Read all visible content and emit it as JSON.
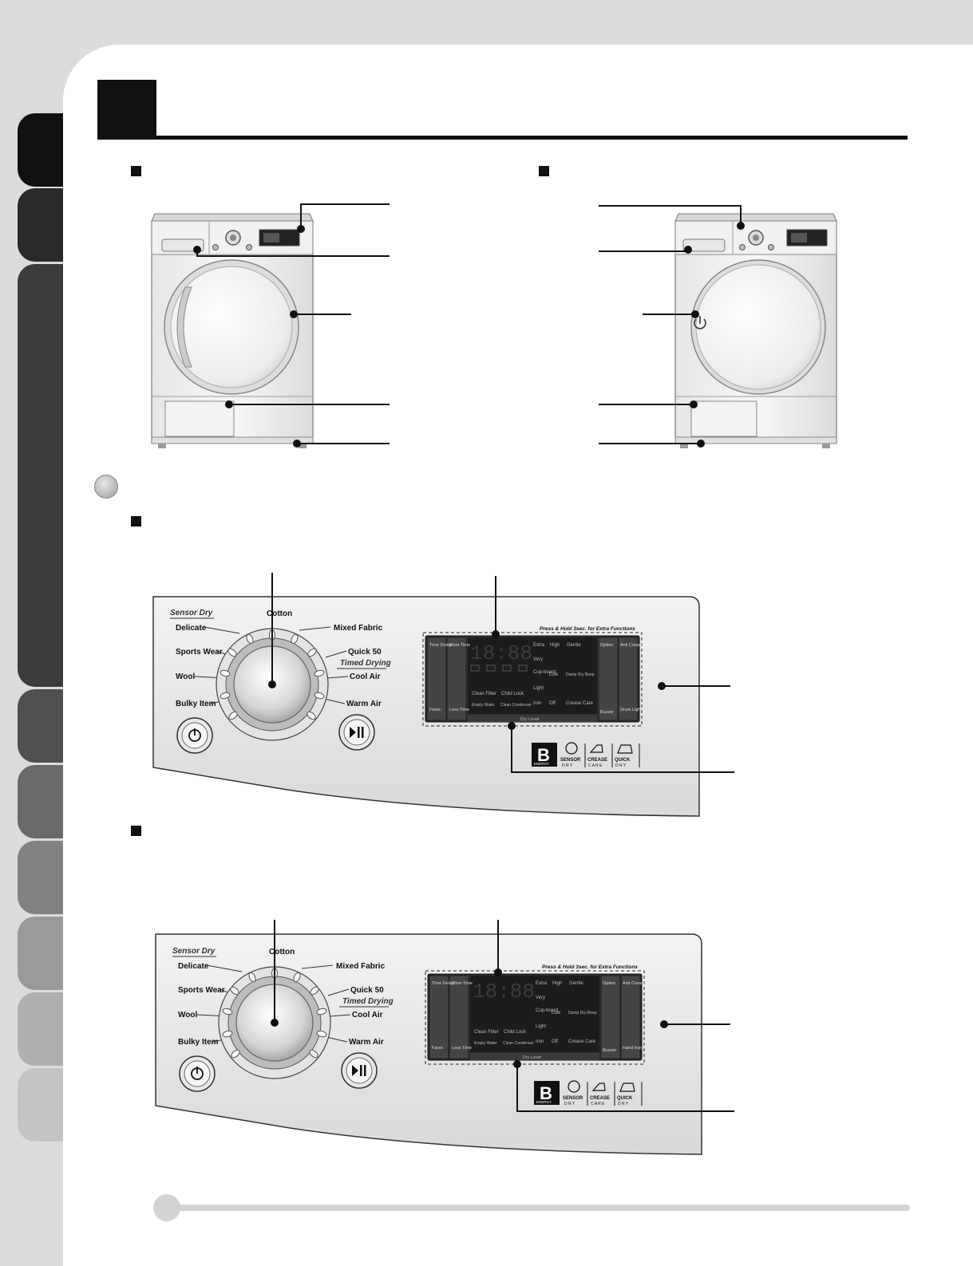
{
  "panel": {
    "sensor_dry": "Sensor Dry",
    "timed_drying": "Timed Drying",
    "programs": {
      "cotton": "Cotton",
      "delicate": "Delicate",
      "mixed_fabric": "Mixed Fabric",
      "sports_wear": "Sports Wear",
      "quick_50": "Quick 50",
      "wool": "Wool",
      "cool_air": "Cool Air",
      "bulky_item": "Bulky Item",
      "warm_air": "Warm Air"
    },
    "press_hold": "Press & Hold 3sec. for Extra Functions",
    "buttons": {
      "time_delay": "Time Delay",
      "more_time": "More Time",
      "favor": "Favor.",
      "less_time": "Less Time",
      "option": "Option",
      "anti_crease": "Anti Crease",
      "buzzer": "Buzzer",
      "drum_light": "Drum Light",
      "hand_iron": "Hand Iron"
    },
    "display": {
      "digits": "18:88",
      "extra": "Extra",
      "high": "High",
      "gentle": "Gentle",
      "very": "Very",
      "cupboard": "Cup-board",
      "low": "Low",
      "damp_dry_beep": "Damp Dry Beep",
      "light": "Light",
      "iron": "Iron",
      "off": "Off",
      "crease_care": "Crease Care",
      "clean_filter": "Clean Filter",
      "child_lock": "Child Lock",
      "empty_water": "Empty Water",
      "clean_condenser": "Clean Condenser",
      "dry_level": "Dry Level"
    },
    "badges": {
      "energy_letter": "B",
      "energy": "ENERGY",
      "sensor": "SENSOR",
      "sensor_sub": "D R Y",
      "crease": "CREASE",
      "crease_sub": "C A R E",
      "quick": "QUICK",
      "quick_sub": "D R Y"
    }
  }
}
